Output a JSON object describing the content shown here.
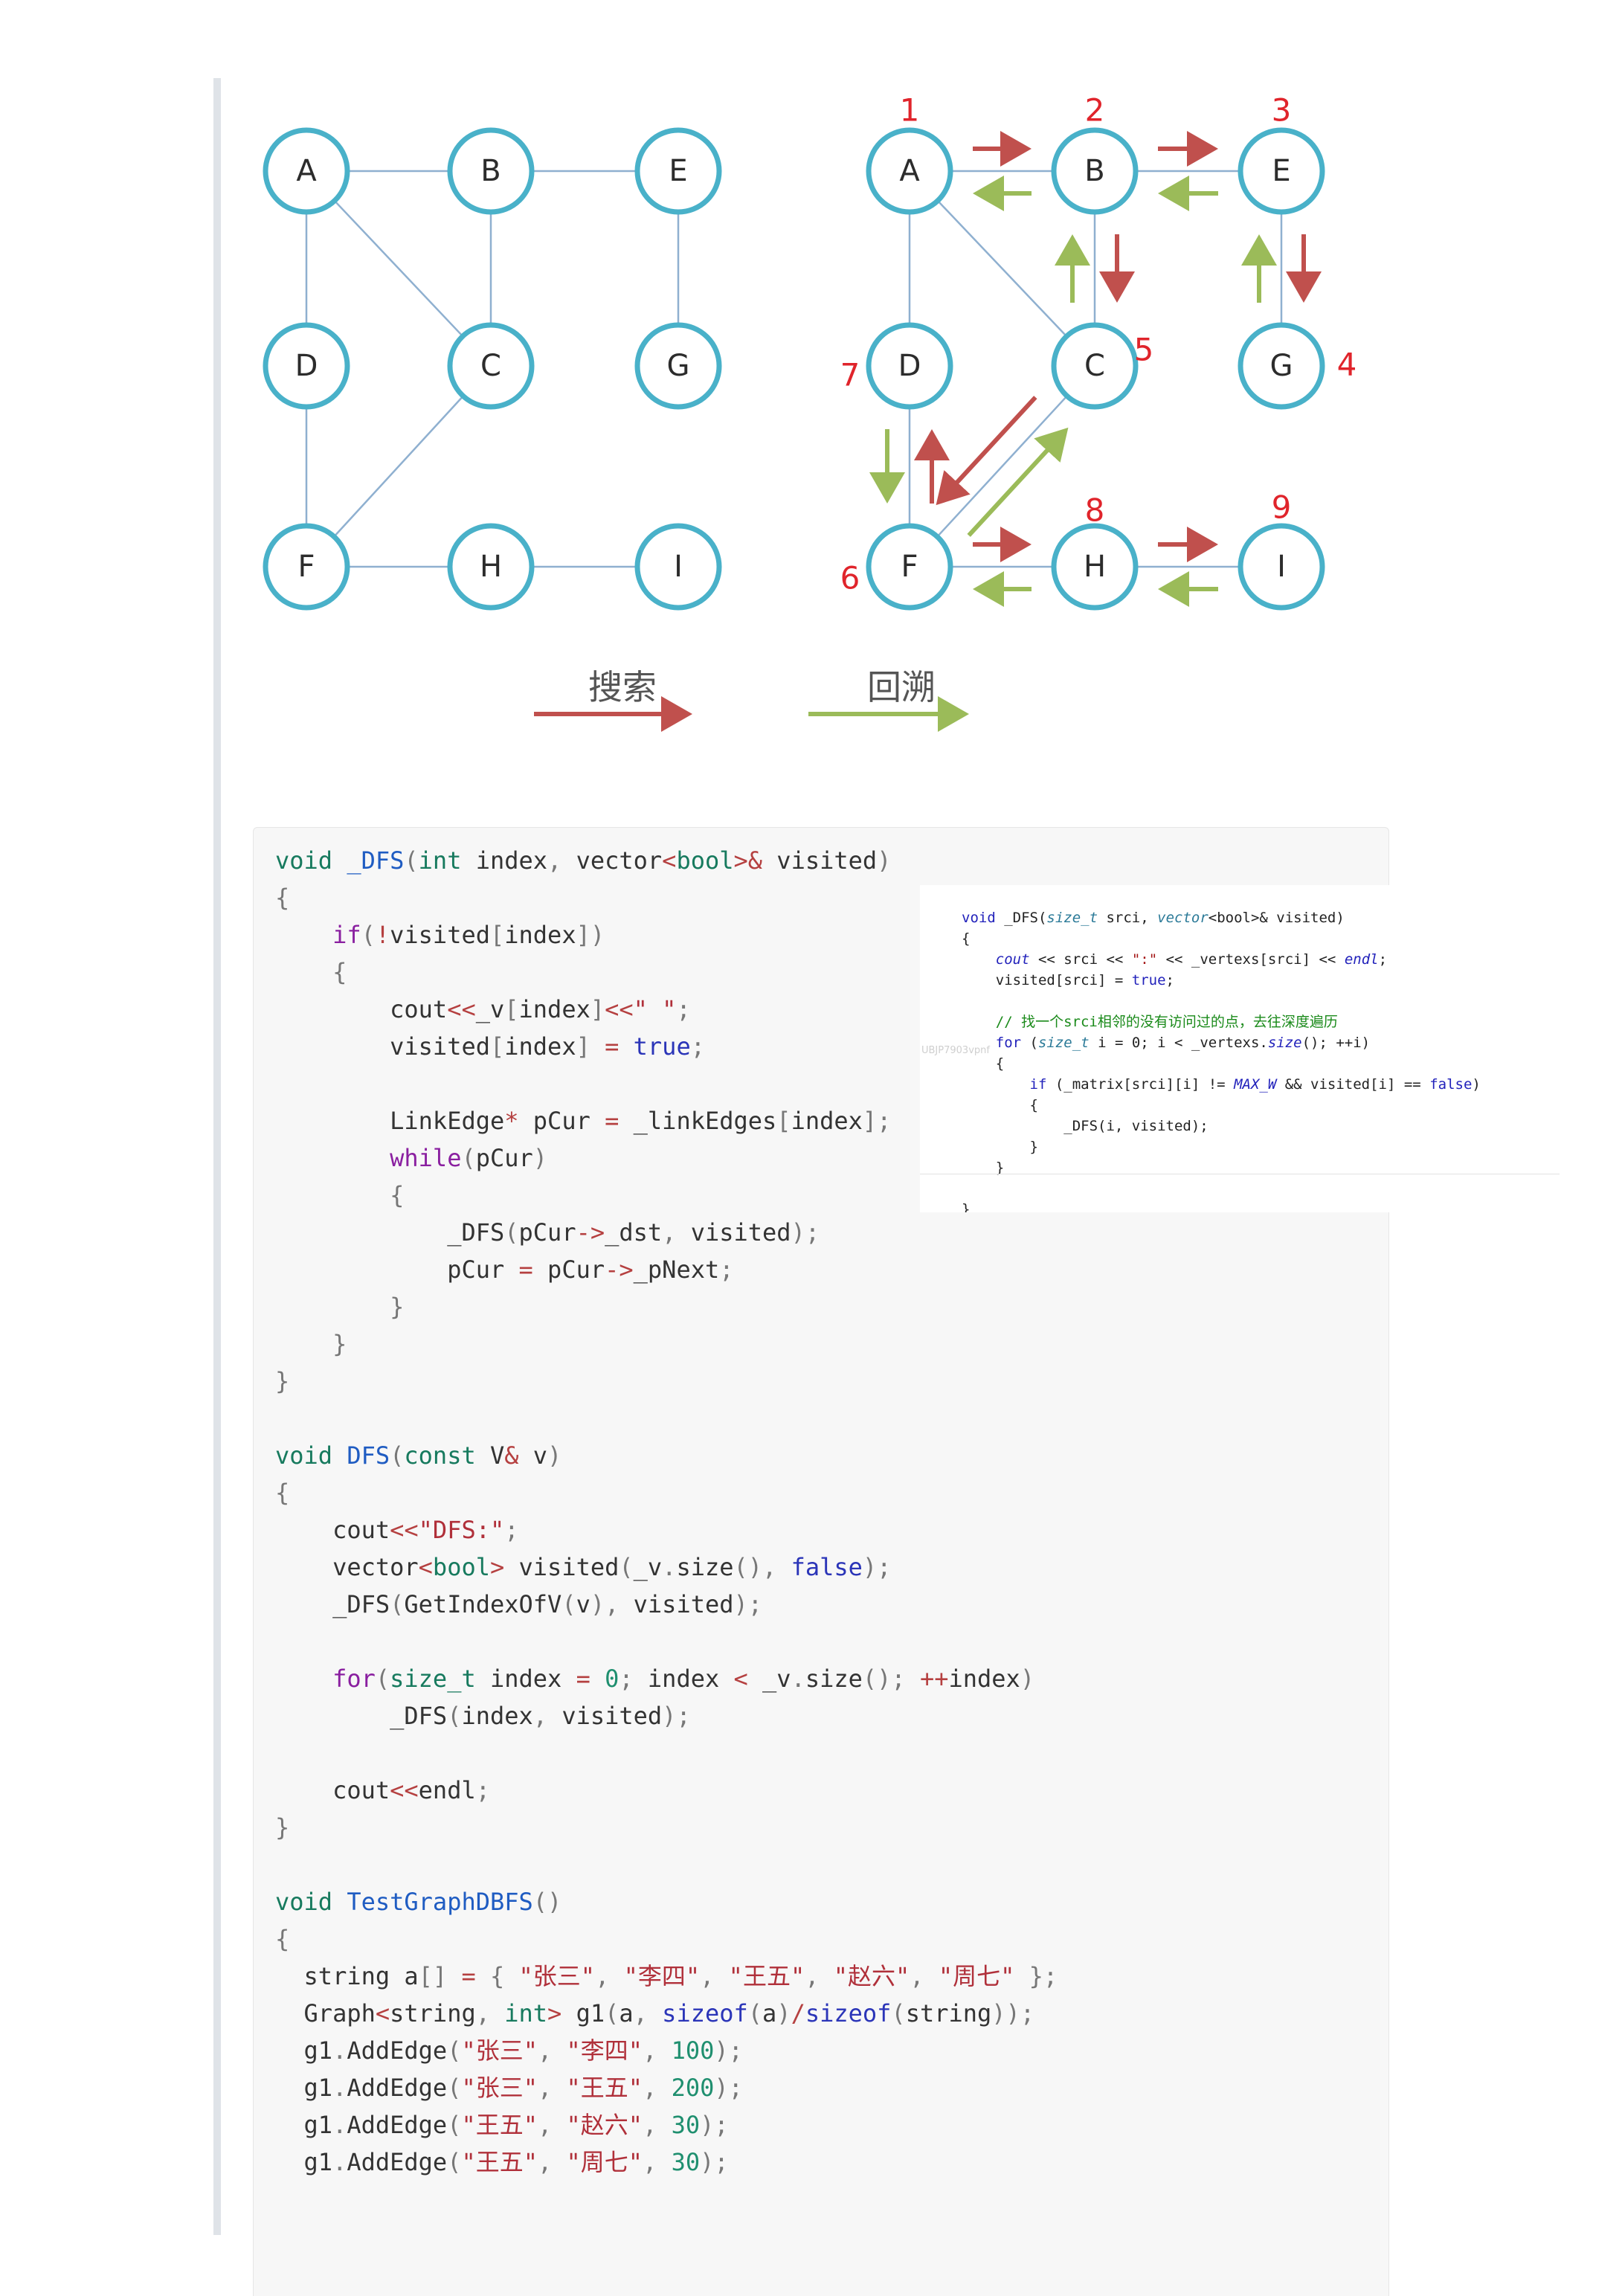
{
  "graph_left": {
    "nodes": [
      {
        "id": "A",
        "label": "A"
      },
      {
        "id": "B",
        "label": "B"
      },
      {
        "id": "E",
        "label": "E"
      },
      {
        "id": "D",
        "label": "D"
      },
      {
        "id": "C",
        "label": "C"
      },
      {
        "id": "G",
        "label": "G"
      },
      {
        "id": "F",
        "label": "F"
      },
      {
        "id": "H",
        "label": "H"
      },
      {
        "id": "I",
        "label": "I"
      }
    ],
    "edges": [
      [
        "A",
        "B"
      ],
      [
        "B",
        "E"
      ],
      [
        "A",
        "D"
      ],
      [
        "A",
        "C"
      ],
      [
        "B",
        "C"
      ],
      [
        "E",
        "G"
      ],
      [
        "D",
        "F"
      ],
      [
        "C",
        "F"
      ],
      [
        "F",
        "H"
      ],
      [
        "H",
        "I"
      ]
    ]
  },
  "graph_right": {
    "nodes": [
      {
        "id": "A",
        "label": "A",
        "order": "1"
      },
      {
        "id": "B",
        "label": "B",
        "order": "2"
      },
      {
        "id": "E",
        "label": "E",
        "order": "3"
      },
      {
        "id": "D",
        "label": "D",
        "order": "7"
      },
      {
        "id": "C",
        "label": "C",
        "order": "5"
      },
      {
        "id": "G",
        "label": "G",
        "order": "4"
      },
      {
        "id": "F",
        "label": "F",
        "order": "6"
      },
      {
        "id": "H",
        "label": "H",
        "order": "8"
      },
      {
        "id": "I",
        "label": "I",
        "order": "9"
      }
    ],
    "search_arrows": [
      [
        "A",
        "B"
      ],
      [
        "B",
        "E"
      ],
      [
        "B",
        "C"
      ],
      [
        "E",
        "G"
      ],
      [
        "C",
        "F"
      ],
      [
        "F",
        "D"
      ],
      [
        "F",
        "H"
      ],
      [
        "H",
        "I"
      ]
    ],
    "backtrack_arrows": [
      [
        "B",
        "A"
      ],
      [
        "E",
        "B"
      ],
      [
        "C",
        "B"
      ],
      [
        "G",
        "E"
      ],
      [
        "F",
        "C"
      ],
      [
        "D",
        "F"
      ],
      [
        "H",
        "F"
      ],
      [
        "I",
        "H"
      ]
    ]
  },
  "legend": {
    "search_label": "搜索",
    "backtrack_label": "回溯"
  },
  "colors": {
    "node_stroke": "#49b1c9",
    "edge": "#8fb0d0",
    "search": "#c0504d",
    "backtrack": "#9bbb59",
    "order": "#e0242b"
  },
  "code_lines": [
    "void _DFS(int index, vector<bool>& visited)",
    "{",
    "    if(!visited[index])",
    "    {",
    "        cout<<_v[index]<<\" \";",
    "        visited[index] = true;",
    "",
    "        LinkEdge* pCur = _linkEdges[index];",
    "        while(pCur)",
    "        {",
    "            _DFS(pCur->_dst, visited);",
    "            pCur = pCur->_pNext;",
    "        }",
    "    }",
    "}",
    "",
    "void DFS(const V& v)",
    "{",
    "    cout<<\"DFS:\";",
    "    vector<bool> visited(_v.size(), false);",
    "    _DFS(GetIndexOfV(v), visited);",
    "",
    "    for(size_t index = 0; index < _v.size(); ++index)",
    "        _DFS(index, visited);",
    "",
    "    cout<<endl;",
    "}",
    "",
    "void TestGraphDBFS()",
    "{",
    "  string a[] = { \"张三\", \"李四\", \"王五\", \"赵六\", \"周七\" };",
    "  Graph<string, int> g1(a, sizeof(a)/sizeof(string));",
    "  g1.AddEdge(\"张三\", \"李四\", 100);",
    "  g1.AddEdge(\"张三\", \"王五\", 200);",
    "  g1.AddEdge(\"王五\", \"赵六\", 30);",
    "  g1.AddEdge(\"王五\", \"周七\", 30);"
  ],
  "inset": {
    "watermark": "UBJP7903vpnf",
    "lines": [
      "void _DFS(size_t srci, vector<bool>& visited)",
      "{",
      "    cout << srci << \":\" << _vertexs[srci] << endl;",
      "    visited[srci] = true;",
      "",
      "    // 找一个srci相邻的没有访问过的点，去往深度遍历",
      "    for (size_t i = 0; i < _vertexs.size(); ++i)",
      "    {",
      "        if (_matrix[srci][i] != MAX_W && visited[i] == false)",
      "        {",
      "            _DFS(i, visited);",
      "        }",
      "    }",
      "",
      "}"
    ]
  }
}
